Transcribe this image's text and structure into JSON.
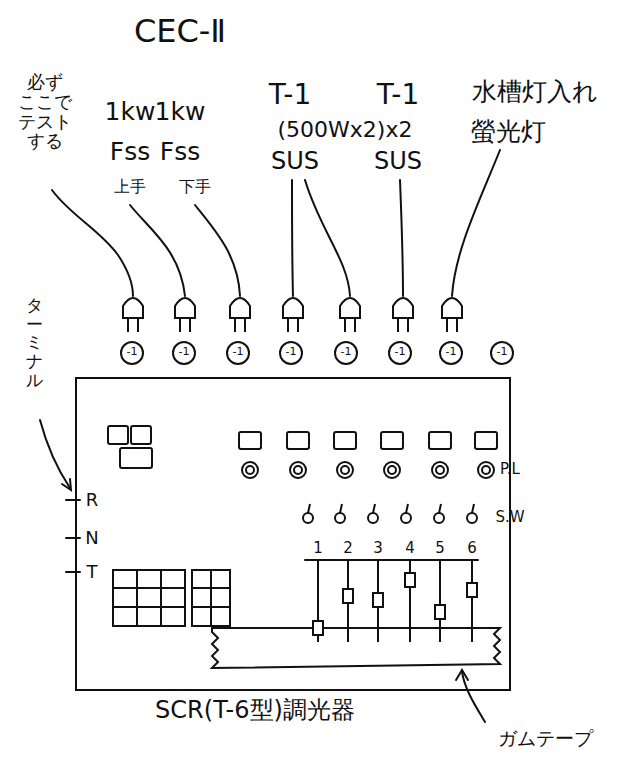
{
  "diagram": {
    "caption": "SCR(T-6型)調光器",
    "labels": [
      "CEC-Ⅱ",
      "必ず ここで テスト する",
      "1kw",
      "1kw",
      "Fss",
      "Fss",
      "上手",
      "下手",
      "T-1",
      "T-1",
      "(500Wx2)x2",
      "SUS",
      "SUS",
      "水槽灯入れ",
      "螢光灯",
      "-1",
      "-1",
      "-1",
      "-1",
      "-1",
      "-1",
      "-1",
      "-1",
      "ターミナル",
      "R",
      "N",
      "T",
      "P.L",
      "S.W",
      "1",
      "2",
      "3",
      "4",
      "5",
      "6",
      "ガムテープ"
    ]
  }
}
